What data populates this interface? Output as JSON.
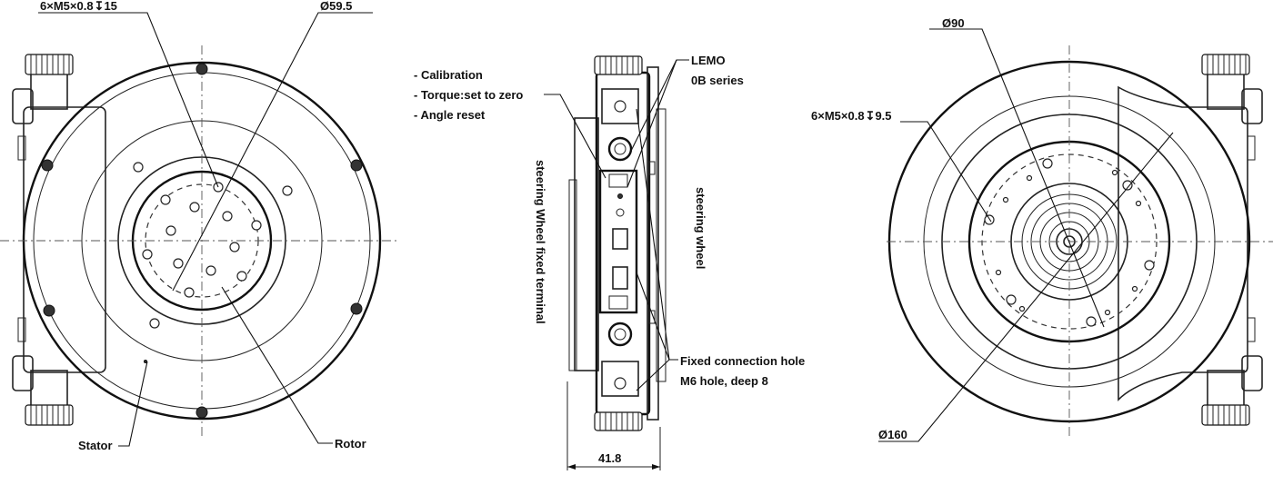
{
  "labels": {
    "front_bolt": "6×M5×0.8",
    "front_bolt_depth": "15",
    "front_dia": "Ø59.5",
    "stator": "Stator",
    "rotor": "Rotor",
    "side_list": [
      "- Calibration",
      "- Torque:set to zero",
      "- Angle reset"
    ],
    "lemo_line1": "LEMO",
    "lemo_line2": "0B series",
    "side_fixed_terminal": "steering Wheel fixed terminal",
    "side_wheel": "steering  wheel",
    "fixed_hole_line1": "Fixed connection hole",
    "fixed_hole_line2": "M6 hole, deep 8",
    "side_width": "41.8",
    "back_dia90": "Ø90",
    "back_bolt": "6×M5×0.8",
    "back_bolt_depth": "9.5",
    "back_dia160": "Ø160"
  },
  "icons": {
    "depth_symbol": "depth-arrow-icon"
  }
}
